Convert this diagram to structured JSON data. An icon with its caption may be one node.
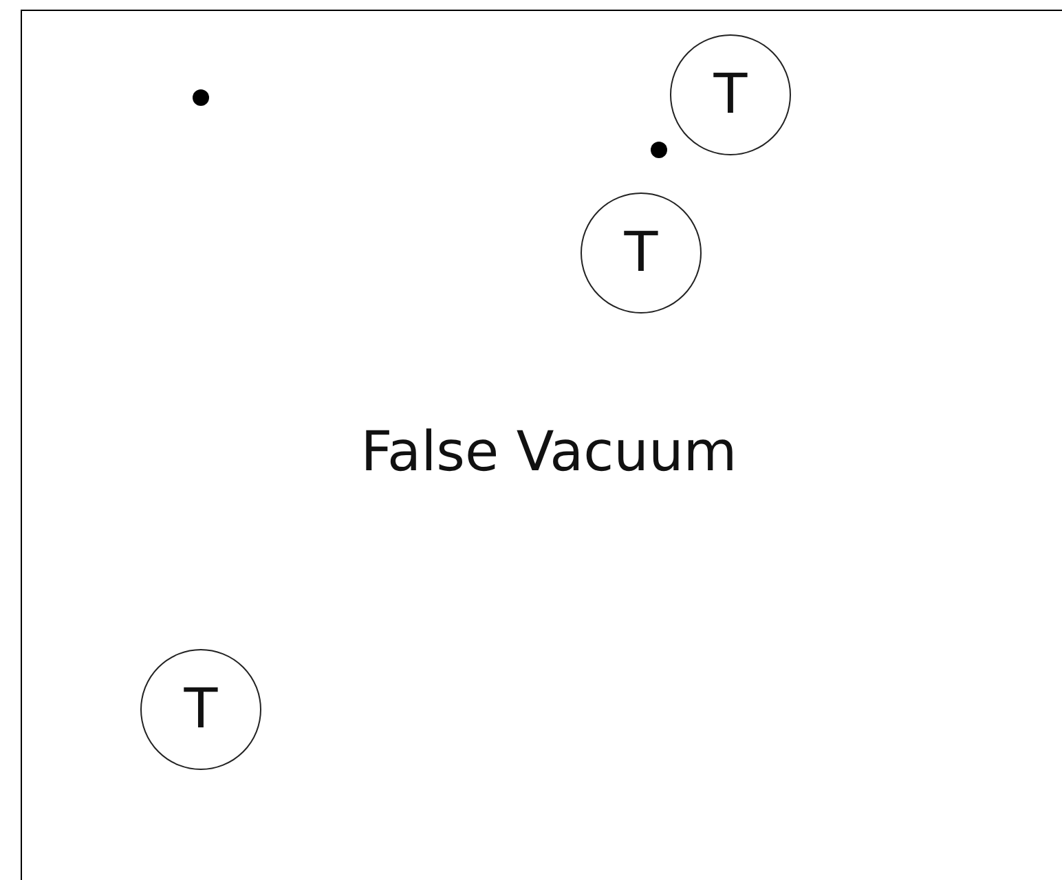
{
  "diagram": {
    "nodes": [
      {
        "text": [
          "False Vacuum"
        ]
      },
      {
        "text": [],
        "shape": "dot",
        "in": 0
      },
      {
        "text": [
          "T"
        ],
        "in": 0
      },
      {
        "text": [],
        "shape": "dot",
        "in": 0
      },
      {
        "text": [
          "T"
        ],
        "in": 0
      },
      {
        "text": [
          "T"
        ],
        "in": 0
      }
    ]
  }
}
